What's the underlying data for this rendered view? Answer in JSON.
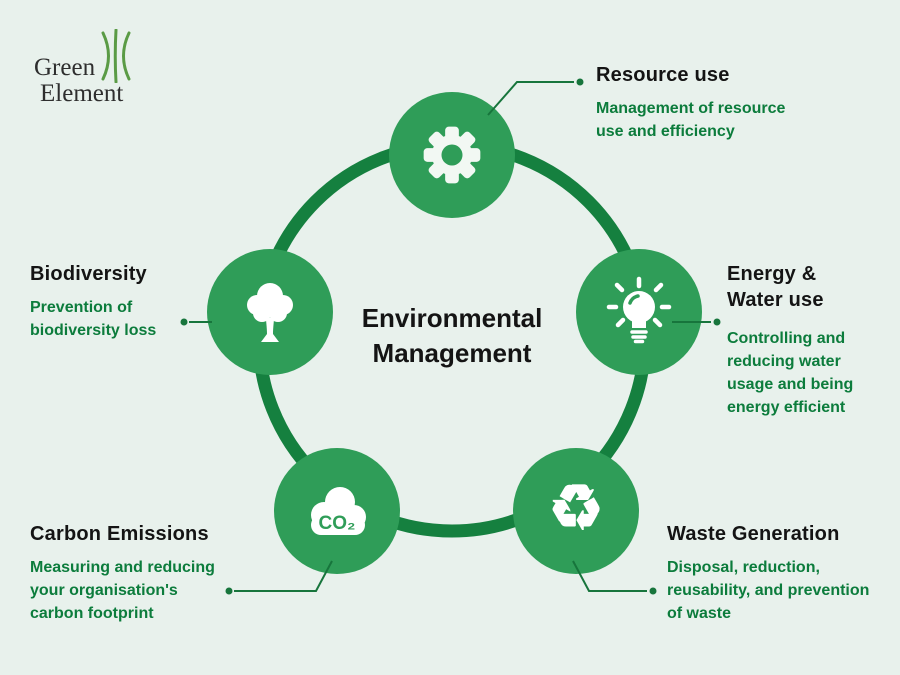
{
  "logo": {
    "name_line1": "Green",
    "name_line2": "Element"
  },
  "center_title": {
    "line1": "Environmental",
    "line2": "Management"
  },
  "nodes": {
    "resource": {
      "title": "Resource use",
      "description": "Management of resource\nuse and efficiency",
      "icon": "gear-icon"
    },
    "energy": {
      "title": "Energy &\nWater use",
      "description": "Controlling and\nreducing water\nusage and being\nenergy efficient",
      "icon": "lightbulb-icon"
    },
    "waste": {
      "title": "Waste Generation",
      "description": "Disposal, reduction,\nreusability, and prevention\nof waste",
      "icon": "recycle-icon"
    },
    "carbon": {
      "title": "Carbon Emissions",
      "description": "Measuring and reducing\nyour organisation's\ncarbon footprint",
      "icon": "co2-cloud-icon"
    },
    "biodiversity": {
      "title": "Biodiversity",
      "description": "Prevention of\nbiodiversity loss",
      "icon": "tree-icon"
    }
  },
  "icons": {
    "recycle_glyph": "♻",
    "co2_label": "CO₂"
  },
  "colors": {
    "background": "#e8f1ec",
    "node_green": "#2f9d58",
    "ring_green": "#15803f",
    "text_green": "#0c7c3c",
    "title_black": "#141414",
    "logo_green": "#5a9b45",
    "connector_green": "#17753c"
  }
}
